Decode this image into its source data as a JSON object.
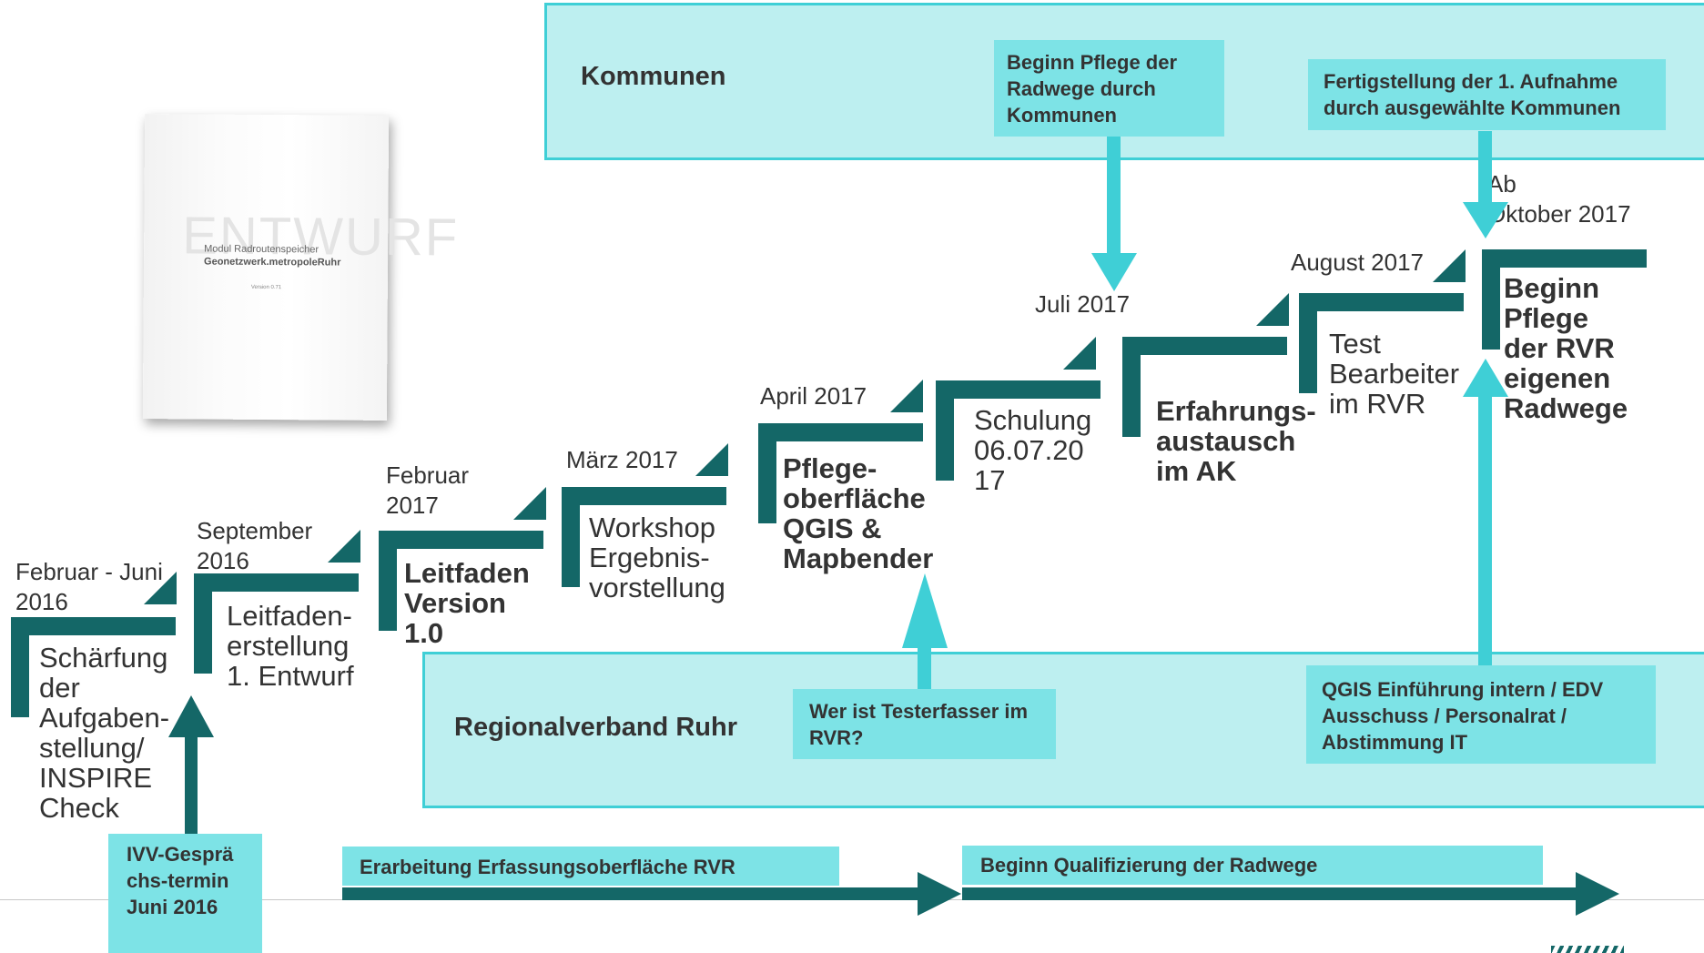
{
  "panels": {
    "top_title": "Kommunen",
    "bottom_title": "Regionalverband Ruhr"
  },
  "callouts": {
    "pflege_kommunen": "Beginn Pflege der Radwege durch Kommunen",
    "fertigstellung": "Fertigstellung der 1. Aufnahme durch ausgewählte Kommunen",
    "testerfasser": "Wer ist Testerfasser im RVR?",
    "qgis_einfuehrung": "QGIS Einführung intern / EDV Ausschuss / Personalrat / Abstimmung IT",
    "ivv": "IVV-Gesprächs-termin Juni 2016",
    "erarbeitung": "Erarbeitung Erfassungsoberfläche RVR",
    "qualifizierung": "Beginn Qualifizierung der Radwege"
  },
  "document": {
    "watermark": "ENTWURF",
    "line1": "Modul Radroutenspeicher",
    "line2": "Geonetzwerk.metropoleRuhr",
    "version": "Version 0.71"
  },
  "steps": [
    {
      "date": [
        "Februar - Juni",
        "2016"
      ],
      "desc": [
        "Schärfung",
        "der",
        "Aufgaben-",
        "stellung/",
        "INSPIRE",
        "Check"
      ],
      "bold": false
    },
    {
      "date": [
        "September",
        "2016"
      ],
      "desc": [
        "Leitfaden-",
        "erstellung",
        "1. Entwurf"
      ],
      "bold": false
    },
    {
      "date": [
        "Februar",
        "2017"
      ],
      "desc": [
        "Leitfaden",
        "Version",
        "1.0"
      ],
      "bold": true
    },
    {
      "date": [
        "März 2017"
      ],
      "desc": [
        "Workshop",
        "Ergebnis-",
        "vorstellung"
      ],
      "bold": false
    },
    {
      "date": [
        "April 2017"
      ],
      "desc": [
        "Pflege-",
        "oberfläche",
        "QGIS &",
        "Mapbender"
      ],
      "bold": true
    },
    {
      "date": [],
      "desc": [
        "Schulung",
        "06.07.20",
        "17"
      ],
      "bold": false
    },
    {
      "date": [
        "Juli 2017"
      ],
      "desc": [
        "Erfahrungs-",
        "austausch",
        "im AK"
      ],
      "bold": true
    },
    {
      "date": [
        "August 2017"
      ],
      "desc": [
        "Test",
        "Bearbeiter",
        "im RVR"
      ],
      "bold": false
    },
    {
      "date": [
        "Ab",
        "Oktober 2017"
      ],
      "desc": [
        "Beginn",
        "Pflege",
        "der RVR",
        "eigenen",
        "Radwege"
      ],
      "bold": true
    }
  ],
  "colors": {
    "teal_dark": "#146767",
    "cyan": "#3fcfd6",
    "panel_fill": "#bdeff0",
    "callout_fill": "#7de3e6"
  }
}
